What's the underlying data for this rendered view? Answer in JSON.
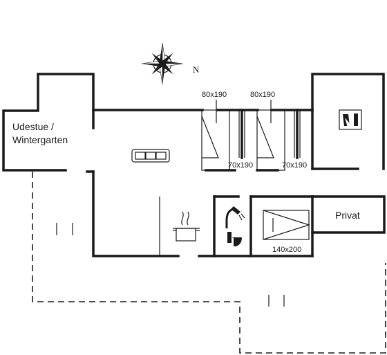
{
  "compass": {
    "north_label": "N"
  },
  "rooms": {
    "conservatory_line1": "Udestue /",
    "conservatory_line2": "Wintergarten",
    "private": "Privat"
  },
  "beds": {
    "bed1_top": "80x190",
    "bed2_top": "80x190",
    "bed1_bottom": "70x190",
    "bed2_bottom": "70x190",
    "double_bed": "140x200"
  },
  "icons": [
    "compass-rose-icon",
    "sofa-icon",
    "cooking-pot-icon",
    "shower-icon",
    "toilet-icon",
    "sauna-icon"
  ]
}
